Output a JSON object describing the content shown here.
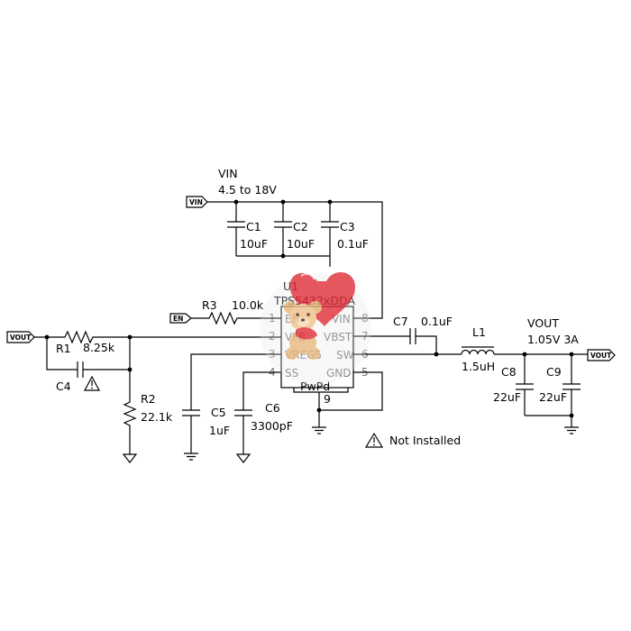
{
  "vin": {
    "label": "VIN",
    "range": "4.5 to 18V",
    "port": "VIN"
  },
  "vout": {
    "label": "VOUT",
    "spec": "1.05V 3A",
    "port": "VOUT"
  },
  "en": {
    "port": "EN"
  },
  "feedback": {
    "port": "VOUT"
  },
  "ic": {
    "ref": "U1",
    "part": "TPS5432xDDA",
    "pad_label": "PwPd",
    "pins": [
      {
        "num": "1",
        "name": "EN"
      },
      {
        "num": "2",
        "name": "VFB"
      },
      {
        "num": "3",
        "name": "VREG5"
      },
      {
        "num": "4",
        "name": "SS"
      },
      {
        "num": "5",
        "name": "GND"
      },
      {
        "num": "6",
        "name": "SW"
      },
      {
        "num": "7",
        "name": "VBST"
      },
      {
        "num": "8",
        "name": "VIN"
      },
      {
        "num": "9",
        "name": ""
      }
    ],
    "pad_pin": "9"
  },
  "parts": {
    "c1": {
      "ref": "C1",
      "value": "10uF"
    },
    "c2": {
      "ref": "C2",
      "value": "10uF"
    },
    "c3": {
      "ref": "C3",
      "value": "0.1uF"
    },
    "r3": {
      "ref": "R3",
      "value": "10.0k"
    },
    "r1": {
      "ref": "R1",
      "value": "8.25k"
    },
    "c4": {
      "ref": "C4"
    },
    "r2": {
      "ref": "R2",
      "value": "22.1k"
    },
    "c5": {
      "ref": "C5",
      "value": "1uF"
    },
    "c6": {
      "ref": "C6",
      "value": "3300pF"
    },
    "c7": {
      "ref": "C7",
      "value": "0.1uF"
    },
    "l1": {
      "ref": "L1",
      "value": "1.5uH"
    },
    "c8": {
      "ref": "C8",
      "value": "22uF"
    },
    "c9": {
      "ref": "C9",
      "value": "22uF"
    }
  },
  "note": {
    "text": "Not Installed"
  },
  "watermark": {
    "name": "teddy-bear-with-heart"
  }
}
